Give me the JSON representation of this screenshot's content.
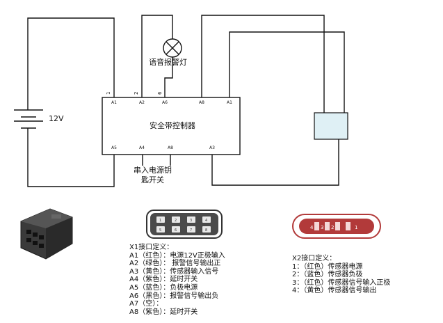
{
  "battery": {
    "label": "12V"
  },
  "lamp": {
    "label": "语音报警灯"
  },
  "controller": {
    "title": "安全带控制器",
    "top_pins": [
      "A1",
      "A2",
      "A6",
      "A8",
      "A1"
    ],
    "bottom_pins": [
      "A5",
      "A4",
      "A8",
      "A3"
    ],
    "wire_numbers": [
      "1",
      "2",
      "6"
    ]
  },
  "switch": {
    "label_line1": "串入电源钥",
    "label_line2": "匙开关"
  },
  "connector_x1_plug": {
    "pins_top": [
      "1",
      "2",
      "3",
      "4"
    ],
    "pins_bottom": [
      "5",
      "6",
      "7",
      "8"
    ]
  },
  "connector_x2_plug": {
    "pins": [
      "4",
      "3",
      "2",
      "1"
    ]
  },
  "x1_definitions": {
    "title": "X1接口定义：",
    "items": [
      "A1（红色）：电源12V正极输入",
      "A2（绿色）： 报警信号输出正",
      "A3（黄色）：传感器输入信号",
      "A4（紫色）：延时开关",
      "A5（蓝色）：负极电源",
      "A6（黑色）：报警信号输出负",
      "A7（空）：",
      "A8（紫色）：延时开关"
    ]
  },
  "x2_definitions": {
    "title": "X2接口定义：",
    "items": [
      "1：（红色）传感器电源",
      "2：（蓝色）传感器负极",
      "3：（红色）传感器信号输入正极",
      "4：（黄色）传感器信号输出"
    ]
  },
  "colors": {
    "sensor_fill": "#dff0f5",
    "x2_plug": "#b23a3a",
    "x1_plug": "#3a3a3a"
  }
}
